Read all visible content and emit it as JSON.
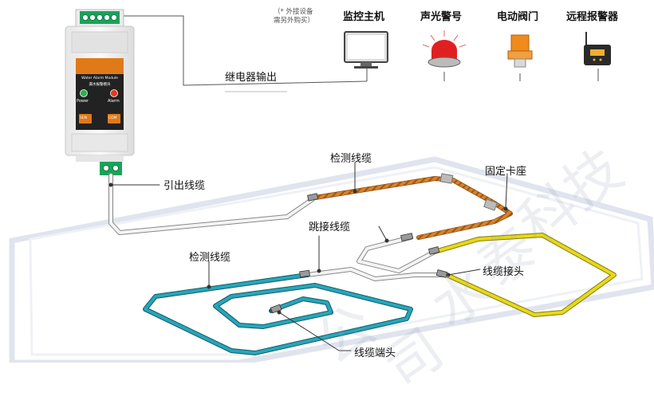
{
  "labels": {
    "note_line1": "（* 外接设备",
    "note_line2": "需另外购买）",
    "device_monitor": "监控主机",
    "device_siren": "声光警号",
    "device_valve": "电动阀门",
    "device_remote": "远程报警器",
    "relay_output": "继电器输出",
    "lead_cable": "引出线缆",
    "sense_cable_top": "检测线缆",
    "fixing_seat": "固定卡座",
    "jumper_cable": "跳接线缆",
    "cable_connector": "线缆接头",
    "sense_cable_left": "检测线缆",
    "cable_end": "线缆端头"
  },
  "module": {
    "title": "Water Alarm Module",
    "subtitle": "漏水报警模块",
    "led_power": "Power",
    "led_alarm": "Alarm",
    "btn_left": "SEN",
    "btn_right": "COM"
  },
  "watermark": [
    "水",
    "泰",
    "科",
    "技",
    "公",
    "司"
  ],
  "colors": {
    "module_orange": "#e07a18",
    "module_body": "#f2f2f2",
    "terminal_green": "#19a35a",
    "cable_orange": "#c8761c",
    "cable_teal": "#1e8fa3",
    "cable_yellow": "#e6d91a",
    "cable_white": "#f0f0f0",
    "floor_outline": "#d5dbe8"
  }
}
